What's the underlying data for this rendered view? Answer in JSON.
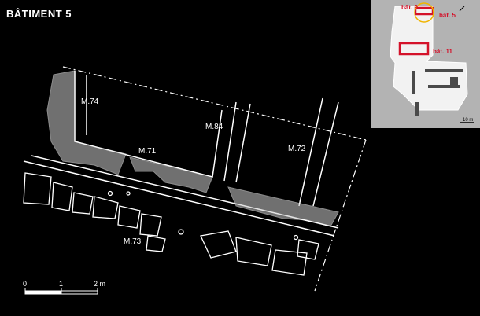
{
  "title": "BÂTIMENT 5",
  "walls": {
    "m74": "M.74",
    "m84": "M.84",
    "m71": "M.71",
    "m72": "M.72",
    "m73": "M.73"
  },
  "scale": {
    "t0": "0",
    "t1": "1",
    "t2": "2 m"
  },
  "inset": {
    "bat9": "bât. 9",
    "bat5": "bât. 5",
    "bat11": "bât. 11",
    "scale": "10 m",
    "highlight_color": "#d4122a",
    "circle_color": "#f0b400"
  }
}
